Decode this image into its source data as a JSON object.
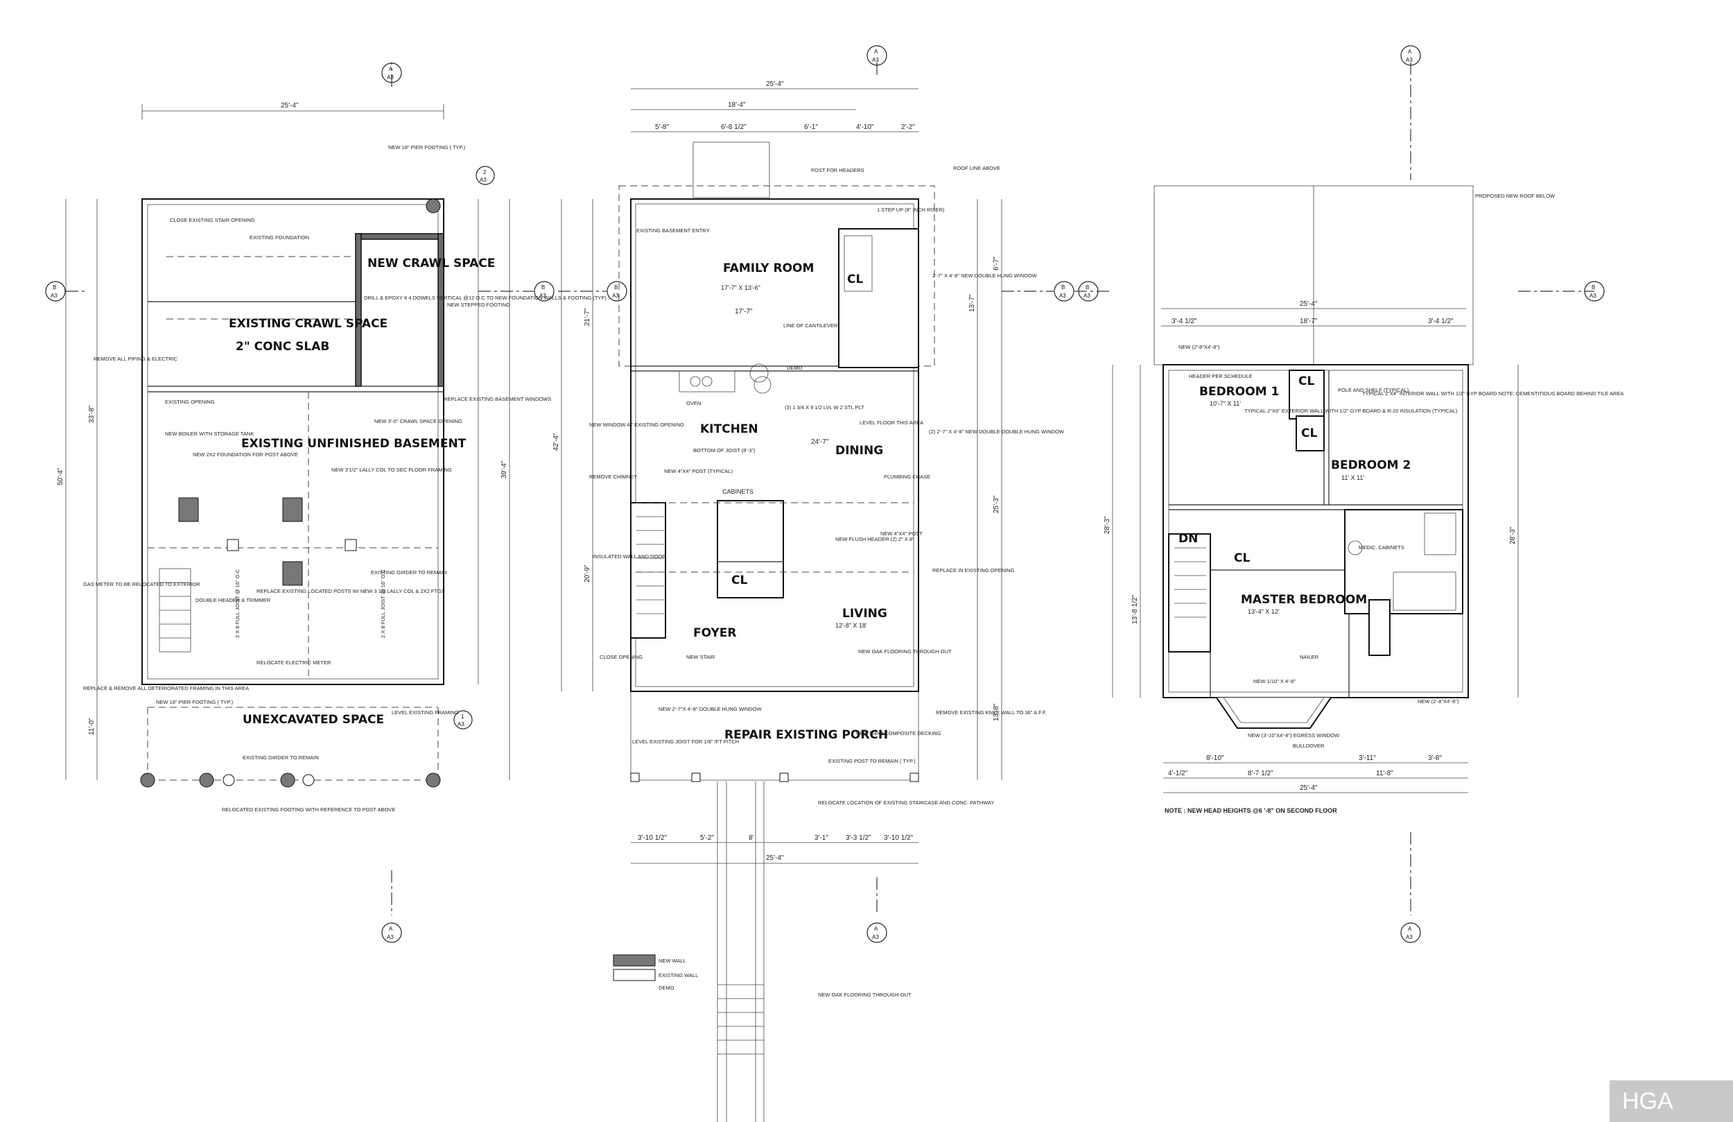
{
  "brand": "HGA",
  "basement": {
    "rooms": [
      "NEW CRAWL SPACE",
      "EXISTING CRAWL SPACE",
      "2\" CONC SLAB",
      "EXISTING UNFINISHED BASEMENT",
      "UNEXCAVATED SPACE"
    ],
    "dims": {
      "top": "25'-4\"",
      "left_total": "50'-4\"",
      "left_upper": "33'-8\"",
      "left_lower": "11'-0\"",
      "right_total": "39'-4\""
    },
    "notes": [
      "NEW 18\" PIER FOOTING ( TYP.)",
      "CLOSE EXISTING STAIR OPENING",
      "EXISTING FOUNDATION",
      "DRILL & EPOXY 8 4 DOWELS VERTICAL @12 O.C TO NEW FOUNDATION WALLS & FOOTING (TYP)",
      "NEW STEPPED FOOTING",
      "REMOVE ALL PIPING & ELECTRIC",
      "EXISTING OPENING",
      "NEW BOILER WITH STORAGE TANK",
      "NEW 2X2 FOUNDATION FOR POST ABOVE",
      "NEW 3'1/2\" LALLY COL TO SEC FLOOR FRAMING",
      "NEW 3'-0\" CRAWL SPACE OPENING",
      "REPLACE EXISTING BASEMENT WINDOWS",
      "DOUBLE HEADER & TRIMMER",
      "REPLACE EXISTING LOCATED POSTS W/ NEW 3 1/2 LALLY COL & 2X2 FTGS",
      "EXISTING GIRDER TO REMAIN",
      "GAS METER TO BE RELOCATED TO EXTERIOR",
      "RELOCATE ELECTRIC METER",
      "REPLACE & REMOVE ALL DETERIORATED FRAMING IN THIS AREA",
      "NEW 18\" PIER FOOTING ( TYP.)",
      "LEVEL EXISTING FRAMING",
      "EXISTING GIRDER TO REMAIN",
      "RELOCATED EXISTING FOOTING WITH REFERENCE TO POST ABOVE",
      "2 X 8 FULL JOIST @ 16\" O.C",
      "2 X 8 FULL JOIST @ 16\" O.C"
    ]
  },
  "first_floor": {
    "rooms": [
      "FAMILY ROOM",
      "17'-7\" X 13'-6\"",
      "KITCHEN",
      "DINING",
      "LIVING",
      "12'-8\" X 18'",
      "FOYER",
      "REPAIR EXISTING PORCH",
      "CL",
      "CL",
      "CABINETS"
    ],
    "dims": {
      "top": "25'-4\"",
      "top2": "18'-4\"",
      "seg": [
        "5'-8\"",
        "6'-8 1/2\"",
        "6'-1\"",
        "4'-10\"",
        "2'-2\""
      ],
      "left_total": "42'-4\"",
      "left_a": "21'-7\"",
      "left_b": "20'-9\"",
      "right_a": "6'-7\"",
      "right_b": "13'-7\"",
      "right_c": "25'-3\"",
      "right_d": "13'-8\"",
      "bottom": "25'-4\"",
      "bottom_seg": [
        "3'-10 1/2\"",
        "5'-2\"",
        "8'",
        "3'-1\"",
        "3'-3 1/2\"",
        "3'-10 1/2\""
      ],
      "kitchen_width": "24'-7\"",
      "family_depth": "17'-7\""
    },
    "notes": [
      "POST FOR HEADERS",
      "ROOF LINE ABOVE",
      "1 STEP UP (8\" INCH RISER)",
      "EXISTING BASEMENT ENTRY",
      "2'-7\" X 4'-8\" NEW DOUBLE HUNG WINDOW",
      "LINE OF CANTILEVER",
      "DEMO",
      "OVEN",
      "NEW WINDOW AT EXISTING OPENING",
      "BOTTOM OF JOIST (8'-3\")",
      "REMOVE CHIMNEY",
      "NEW 4\"X4\" POST (TYPICAL)",
      "(3) 1 3/4 X 9 1/2 LVL W 2 STL PLT",
      "LEVEL FLOOR THIS AREA",
      "(2) 2'-7\" X 4'-8\" NEW DOUBLE DOUBLE HUNG WINDOW",
      "PLUMBING CHASE",
      "INSULATED WALL AND DOOR",
      "NEW FLUSH HEADER (2) 2\" X 8\"",
      "NEW 4\"X4\" POST",
      "REPLACE IN EXISTING OPENING",
      "CLOSE OPENING",
      "NEW STAIR",
      "NEW OAK FLOORING THROUGH OUT",
      "NEW 2'-7\"X 4'-8\" DOUBLE HUNG WINDOW",
      "LEVEL EXISTING JOIST FOR 1/8\" /FT PITCH",
      "NEW 5/4X4 COMPOSITE DECKING",
      "EXISTING POST TO REMAIN ( TYP.)",
      "REMOVE EXISTING KNEE WALL TO 36\" A.F.F.",
      "RELOCATE LOCATION OF EXISTING STAIRCASE AND CONC. PATHWAY",
      "NEW WALL",
      "EXISTING WALL",
      "DEMO",
      "NEW OAK FLOORING THROUGH OUT"
    ]
  },
  "second_floor": {
    "rooms": [
      "BEDROOM 1",
      "10'-7\" X 11'",
      "BEDROOM 2",
      "11' X 11'",
      "MASTER BEDROOM",
      "13'-4\" X 12'",
      "CL",
      "CL",
      "CL",
      "DN"
    ],
    "dims": {
      "top": "25'-4\"",
      "top_seg": [
        "3'-4 1/2\"",
        "18'-7\"",
        "3'-4 1/2\""
      ],
      "left_total": "28'-3\"",
      "left_a": "13'-8 1/2\"",
      "right_total": "28'-3\"",
      "bottom": "25'-4\"",
      "bottom_seg": [
        "8'-10\"",
        "3'-11\"",
        "3'-8\""
      ],
      "bottom_seg2": [
        "4'-1/2\"",
        "8'-7 1/2\"",
        "11'-8\""
      ]
    },
    "notes": [
      "PROPOSED NEW ROOF BELOW",
      "NEW (2'-8\"X4'-8\")",
      "HEADER PER SCHEDULE",
      "TYPICAL 2\"X6\" EXTERIOR WALL WITH 1/2\" GYP BOARD & R-20 INSULATION (TYPICAL)",
      "POLE AND SHELF (TYPICAL)",
      "TYPICAL 2\"X4\" INTERIOR WALL WITH 1/2\" GYP BOARD NOTE: CEMENTITIOUS BOARD BEHIND TILE AREA",
      "NEW (2'-8\"X4'-8\")",
      "MEDIC. CABINETS",
      "NAILER",
      "NEW (3'-10\"X4'-8\") EGRESS WINDOW",
      "BULLDOVER",
      "NEW 1/10\" X 4'-8\""
    ],
    "footnote": "NOTE : NEW HEAD  HEIGHTS @6 '-8\" ON SECOND FLOOR"
  },
  "sections": {
    "labels": [
      "A",
      "B",
      "1",
      "2"
    ],
    "sheet": "A3"
  }
}
